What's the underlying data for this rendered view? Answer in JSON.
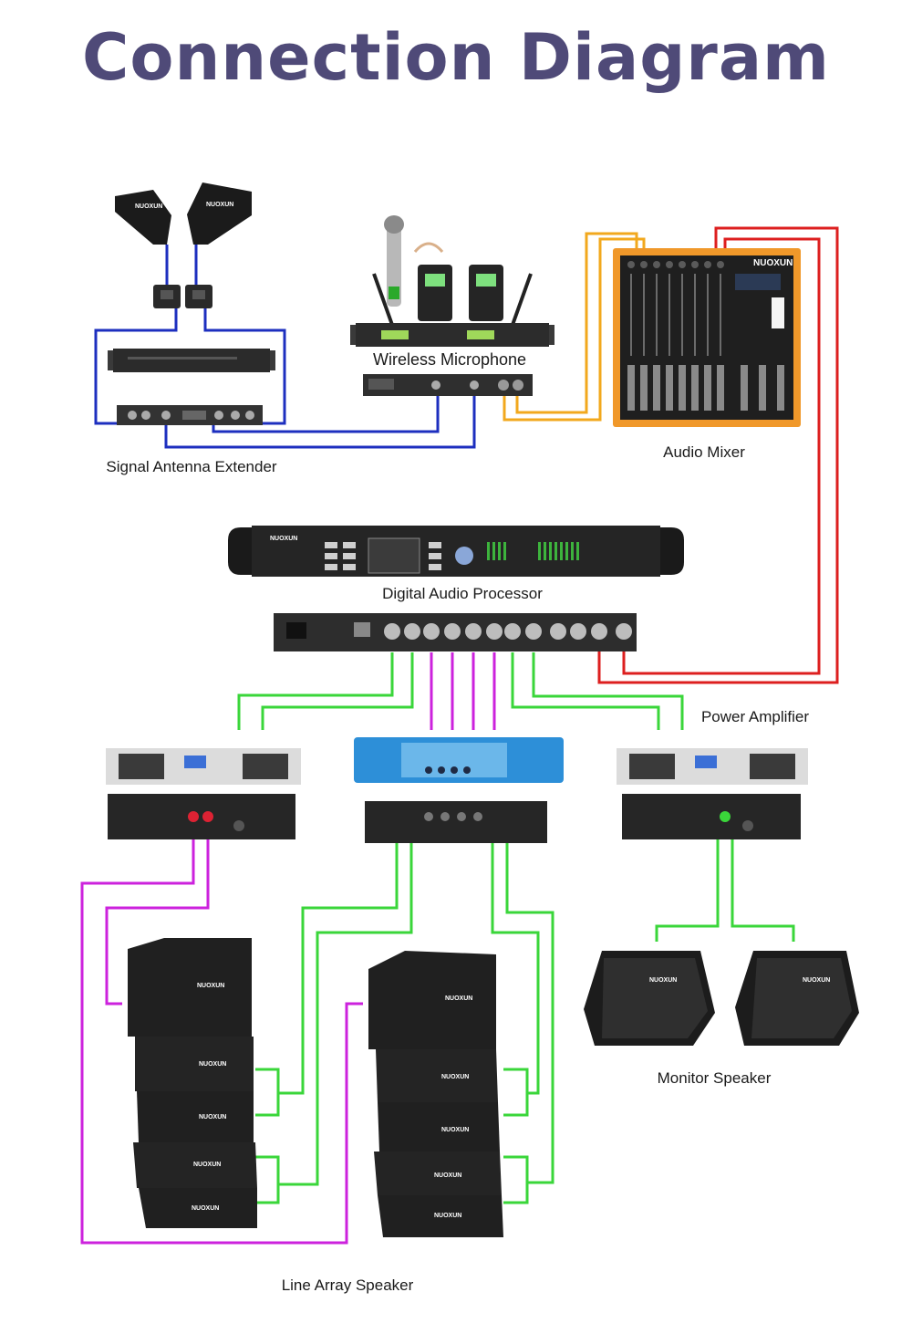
{
  "title": "Connection Diagram",
  "labels": {
    "wireless_microphone": "Wireless Microphone",
    "signal_antenna_extender": "Signal Antenna Extender",
    "audio_mixer": "Audio Mixer",
    "digital_audio_processor": "Digital Audio Processor",
    "power_amplifier": "Power Amplifier",
    "monitor_speaker": "Monitor Speaker",
    "line_array_speaker": "Line Array Speaker"
  },
  "brand": "NUOXUN",
  "colors": {
    "title": "#4f4a78",
    "antenna_cable": "#1d2fbf",
    "mixer_input_cable": "#f2a81d",
    "mixer_output_cable": "#dd1f1f",
    "processor_output_cable": "#3ad63a",
    "speaker_cable": "#cc22dd"
  }
}
